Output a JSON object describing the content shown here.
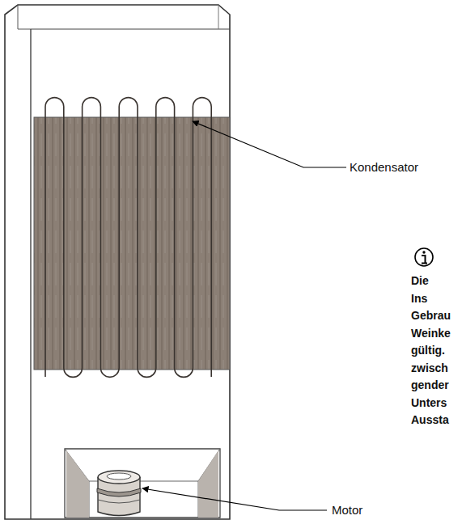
{
  "diagram": {
    "labels": [
      "Kondensator",
      "Motor",
      "Die Ins Gebrau Weinke gültig. zwisch gender Unters Aussta"
    ]
  }
}
